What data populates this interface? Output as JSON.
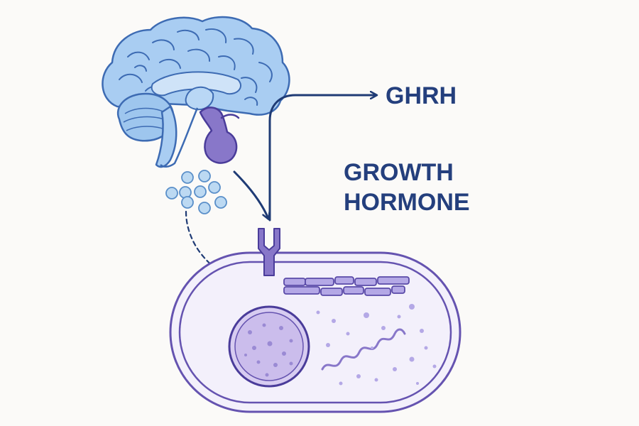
{
  "labels": {
    "ghrh": "GHRH",
    "growth_hormone_line1": "GROWTH",
    "growth_hormone_line2": "HORMONE"
  },
  "colors": {
    "background": "#fbfaf8",
    "brain_fill": "#a9cdf2",
    "brain_stroke": "#3d6bb3",
    "pituitary_fill": "#8877c9",
    "cell_stroke": "#6553b0",
    "cell_fill": "#f3f0fb",
    "arrow": "#1f3b75",
    "label": "#243f7d",
    "particles": "#bcd9f2"
  },
  "icons": [
    "brain-icon",
    "pituitary-gland-icon",
    "receptor-icon",
    "cell-icon",
    "nucleus-icon",
    "cytoskeleton-icon",
    "mrna-icon",
    "hormone-particles-icon"
  ]
}
